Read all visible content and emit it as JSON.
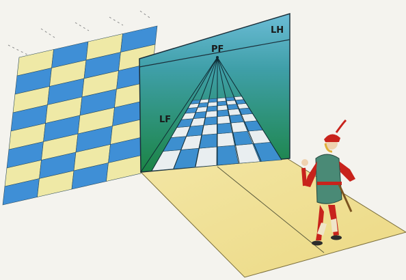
{
  "labels": {
    "lh": "LH",
    "pf": "PF",
    "lf": "LF"
  },
  "colors": {
    "background": "#f4f3ee",
    "tile_blue": "#3f8fd6",
    "tile_yellow": "#efe9a6",
    "ground_yellow": "#f1e39a",
    "picture_plane_top": "#5fb3cf",
    "picture_plane_bottom": "#1f8a4a",
    "outline": "#1b2f3a",
    "figure_red": "#c8231c",
    "figure_green": "#4a8a76"
  },
  "icons": {
    "figure": "renaissance-figure-icon"
  }
}
